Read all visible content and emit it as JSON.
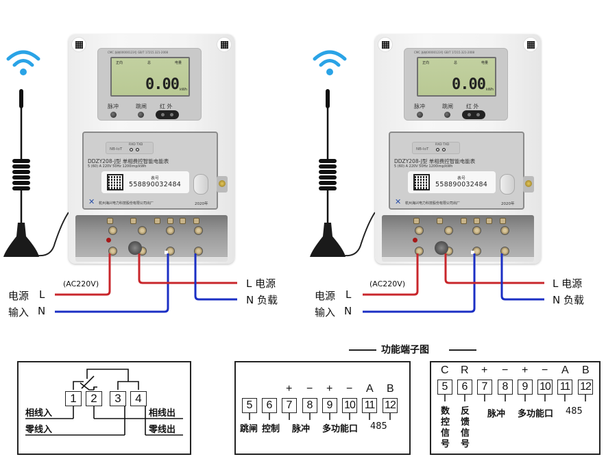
{
  "meters": [
    {
      "lcd": {
        "labels": [
          "正向",
          "总",
          "电量"
        ],
        "value": "0.00",
        "unit": "kWh"
      },
      "cert_line": "CMC 浙制00000123号   GB/T 17215.321-2008",
      "indicators": [
        "脉冲",
        "跳闸",
        "红 外"
      ],
      "module": {
        "label": "NB-IoT",
        "rxtx": "RXD TXD"
      },
      "model": "DDZY208-J型 单相费控智能电能表",
      "spec": "5 (60) A 220V 50Hz 1200imp/kWh",
      "id_title": "表号",
      "id_number": "558890032484",
      "maker": "杭州海兴电力科技股份有限公司出厂",
      "year": "2020年"
    },
    {
      "lcd": {
        "labels": [
          "正向",
          "总",
          "电量"
        ],
        "value": "0.00",
        "unit": "kWh"
      },
      "cert_line": "CMC 浙制00000123号   GB/T 17215.321-2008",
      "indicators": [
        "脉冲",
        "跳闸",
        "红 外"
      ],
      "module": {
        "label": "NB-IoT",
        "rxtx": "RXD TXD"
      },
      "model": "DDZY208-J型 单相费控智能电能表",
      "spec": "5 (60) A 220V 50Hz 1200imp/kWh",
      "id_title": "表号",
      "id_number": "558890032484",
      "maker": "杭州海兴电力科技股份有限公司出厂",
      "year": "2020年"
    }
  ],
  "wiring": {
    "voltage": "(AC220V)",
    "input_label_1": "电源",
    "input_label_2": "输入",
    "input_L": "L",
    "input_N": "N",
    "out_L": "L 电源",
    "out_N": "N 负载",
    "colors": {
      "live": "#c8262b",
      "neutral": "#1b2fc4"
    }
  },
  "section_title": "功能端子图",
  "diagram1": {
    "terminals": [
      "1",
      "2",
      "3",
      "4"
    ],
    "labels": {
      "phase_in": "相线入",
      "neutral_in": "零线入",
      "phase_out": "相线出",
      "neutral_out": "零线出"
    }
  },
  "diagram2": {
    "terminals": [
      "5",
      "6",
      "7",
      "8",
      "9",
      "10",
      "11",
      "12"
    ],
    "symbols": [
      "+",
      "−",
      "+",
      "−",
      "A",
      "B"
    ],
    "labels": [
      "跳闸",
      "控制",
      "脉冲",
      "多功能口",
      "485"
    ]
  },
  "diagram3": {
    "terminals": [
      "5",
      "6",
      "7",
      "8",
      "9",
      "10",
      "11",
      "12"
    ],
    "symbols": [
      "C",
      "R",
      "+",
      "−",
      "+",
      "−",
      "A",
      "B"
    ],
    "labels": {
      "t5": "数控信号",
      "t6": "反馈信号",
      "pulse": "脉冲",
      "multi": "多功能口",
      "rs485": "485"
    }
  }
}
